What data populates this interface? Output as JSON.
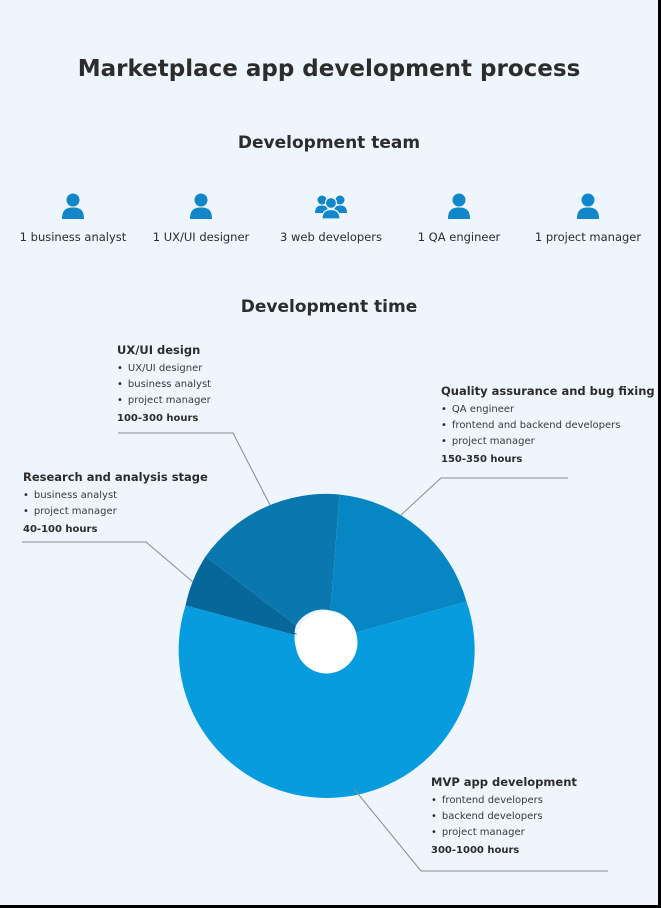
{
  "title": "Marketplace app development process",
  "team": {
    "heading": "Development team",
    "members": [
      {
        "label": "1 business analyst",
        "icon": "person-icon"
      },
      {
        "label": "1 UX/UI designer",
        "icon": "person-icon"
      },
      {
        "label": "3 web developers",
        "icon": "group-icon"
      },
      {
        "label": "1 QA engineer",
        "icon": "person-icon"
      },
      {
        "label": "1 project manager",
        "icon": "person-icon"
      }
    ]
  },
  "time": {
    "heading": "Development time",
    "stages": [
      {
        "name": "UX/UI design",
        "roles": [
          "UX/UI designer",
          "business analyst",
          "project manager"
        ],
        "hours": "100-300 hours"
      },
      {
        "name": "Quality assurance and bug fixing",
        "roles": [
          "QA engineer",
          "frontend and backend developers",
          "project manager"
        ],
        "hours": "150-350 hours"
      },
      {
        "name": "Research and analysis stage",
        "roles": [
          "business analyst",
          "project manager"
        ],
        "hours": "40-100 hours"
      },
      {
        "name": "MVP app development",
        "roles": [
          "frontend developers",
          "backend developers",
          "project manager"
        ],
        "hours": "300-1000 hours"
      }
    ]
  },
  "colors": {
    "background": "#eef5fd",
    "icon": "#1187c9",
    "slice_research": "#06689a",
    "slice_design": "#0a78ae",
    "slice_qa": "#0786c4",
    "slice_mvp": "#079cdd",
    "leader": "#8a8a8a"
  }
}
